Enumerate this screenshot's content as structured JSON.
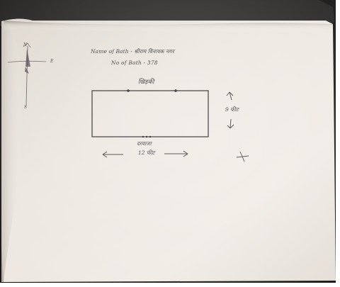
{
  "note": {
    "line_1": "Name of Bath - श्रीराम विनायक नगर",
    "line_2": "No of Bath - 378",
    "top_wall_label": "खिड़की",
    "bottom_wall_label": "दरवाजा",
    "width_label": "12 फीट",
    "height_label": "9 फीट"
  },
  "compass": {
    "north": "N",
    "east": "E",
    "south": "S"
  },
  "colors": {
    "paper": "#eee7df",
    "pencil": "#3d3b3e",
    "table": "#1b1a18",
    "border": "#ffffff"
  }
}
